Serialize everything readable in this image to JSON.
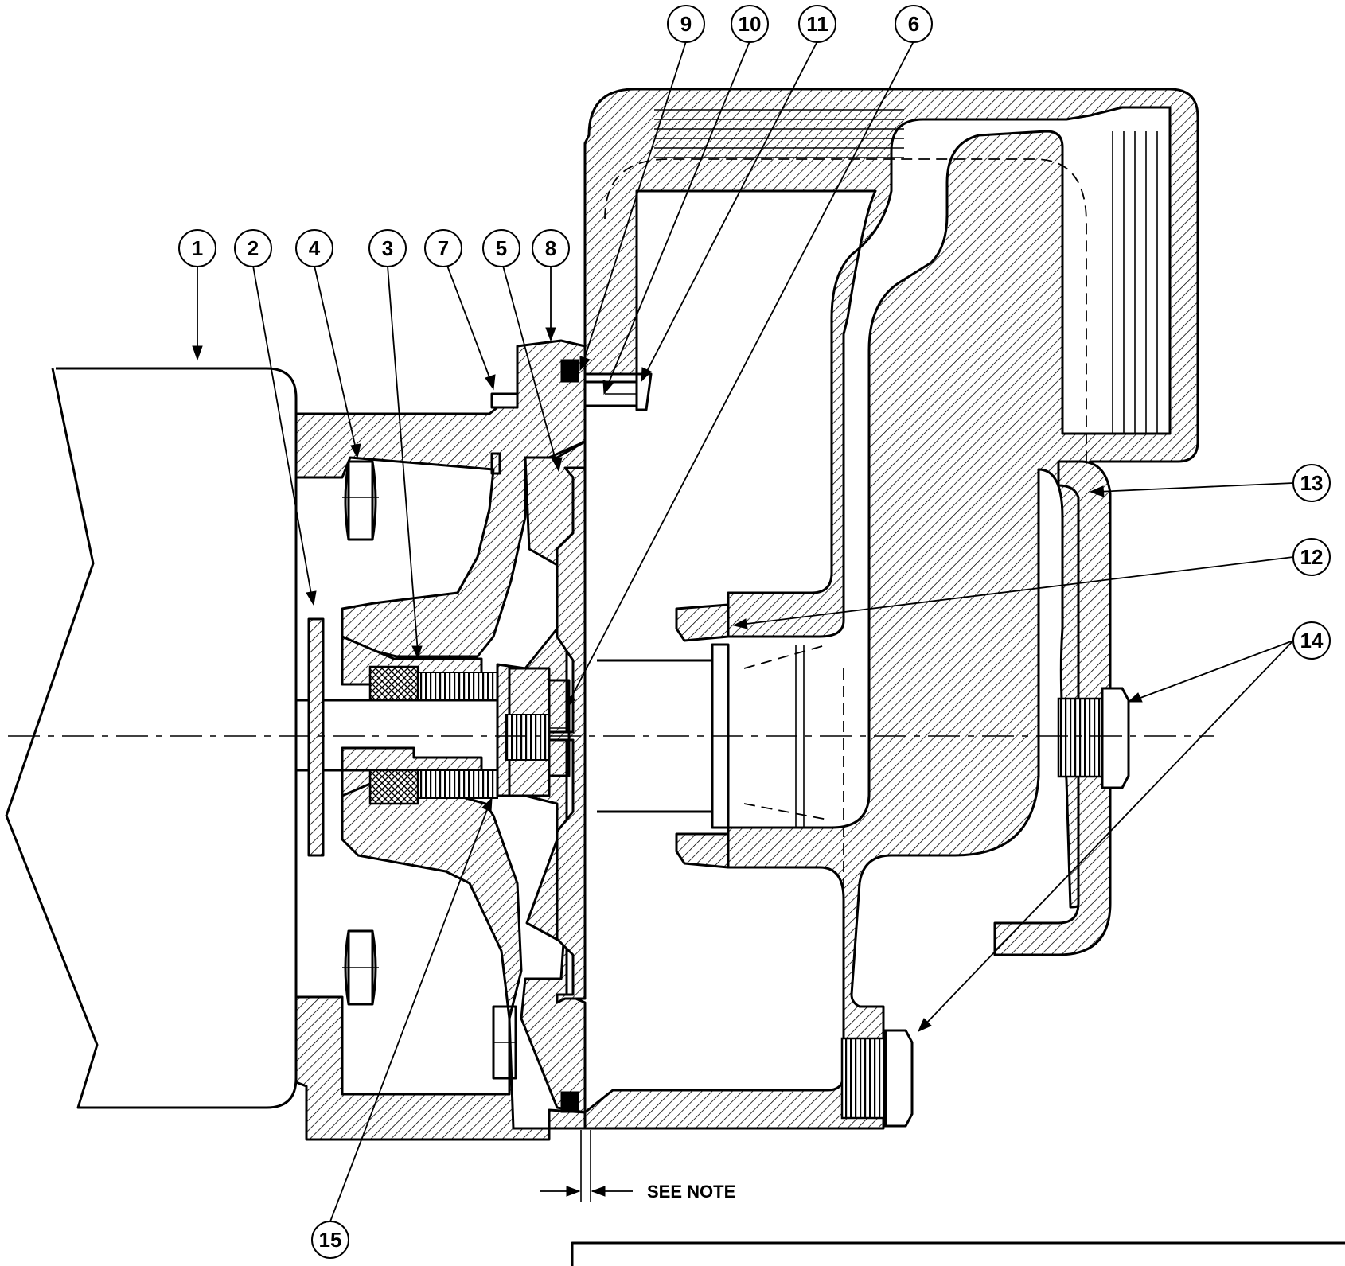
{
  "diagram": {
    "callouts": [
      {
        "id": "c1",
        "label": "1"
      },
      {
        "id": "c2",
        "label": "2"
      },
      {
        "id": "c4",
        "label": "4"
      },
      {
        "id": "c3",
        "label": "3"
      },
      {
        "id": "c7",
        "label": "7"
      },
      {
        "id": "c5",
        "label": "5"
      },
      {
        "id": "c8",
        "label": "8"
      },
      {
        "id": "c9",
        "label": "9"
      },
      {
        "id": "c10",
        "label": "10"
      },
      {
        "id": "c11",
        "label": "11"
      },
      {
        "id": "c6",
        "label": "6"
      },
      {
        "id": "c13",
        "label": "13"
      },
      {
        "id": "c12",
        "label": "12"
      },
      {
        "id": "c14",
        "label": "14"
      },
      {
        "id": "c15",
        "label": "15"
      }
    ],
    "note_text": "SEE NOTE"
  }
}
